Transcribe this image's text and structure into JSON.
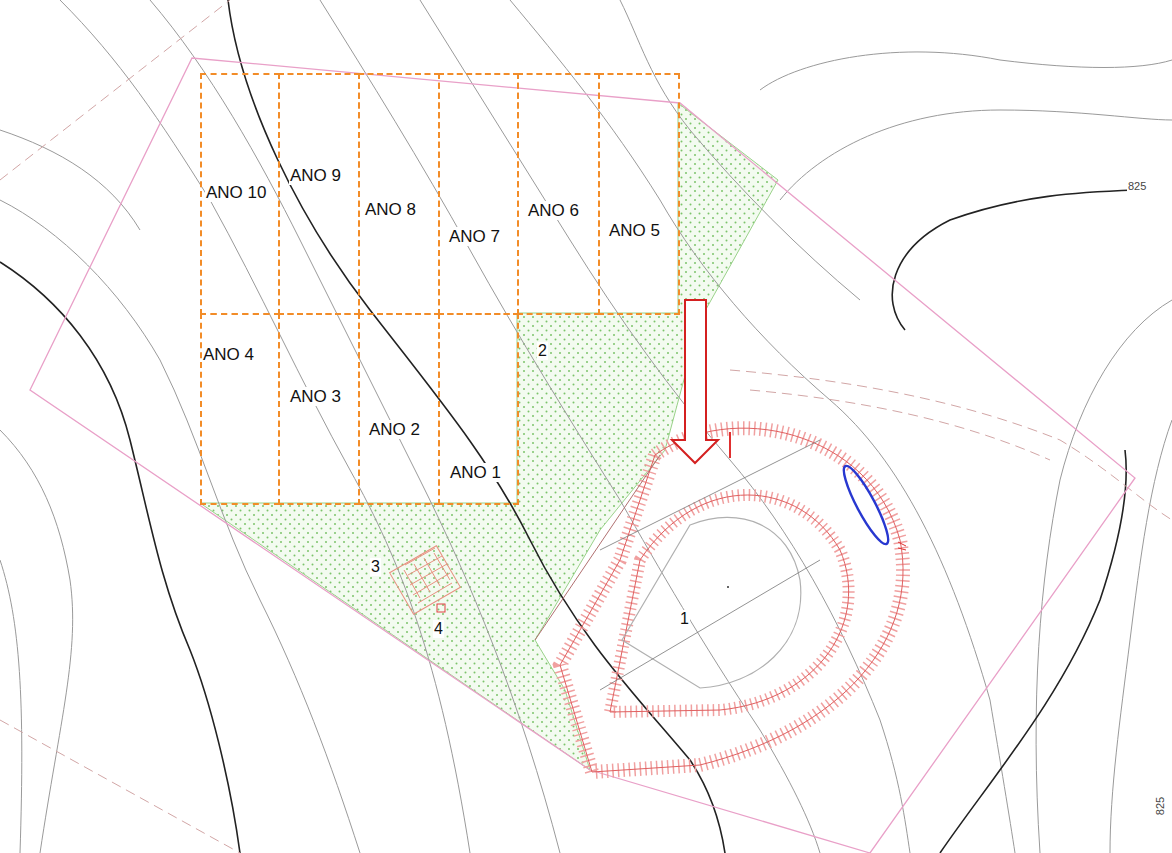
{
  "diagram": {
    "nodes": [
      {
        "text": [
          "ANO 10"
        ]
      },
      {
        "text": [
          "ANO 9"
        ]
      },
      {
        "text": [
          "ANO 8"
        ]
      },
      {
        "text": [
          "ANO 7"
        ]
      },
      {
        "text": [
          "ANO 6"
        ]
      },
      {
        "text": [
          "ANO 5"
        ]
      },
      {
        "text": [
          "ANO 4"
        ]
      },
      {
        "text": [
          "ANO 3"
        ]
      },
      {
        "text": [
          "ANO 2"
        ]
      },
      {
        "text": [
          "ANO 1"
        ]
      }
    ],
    "labels": [
      "825",
      "2",
      "3",
      "4",
      "1",
      "825"
    ]
  }
}
